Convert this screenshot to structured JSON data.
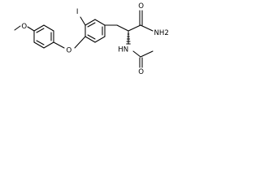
{
  "molecule": {
    "atoms": {
      "methoxy_o": "O",
      "ether_o": "O",
      "iodine": "I",
      "amide_o": "O",
      "amide_n": "NH2",
      "nh": "HN",
      "acetyl_o": "O"
    }
  }
}
